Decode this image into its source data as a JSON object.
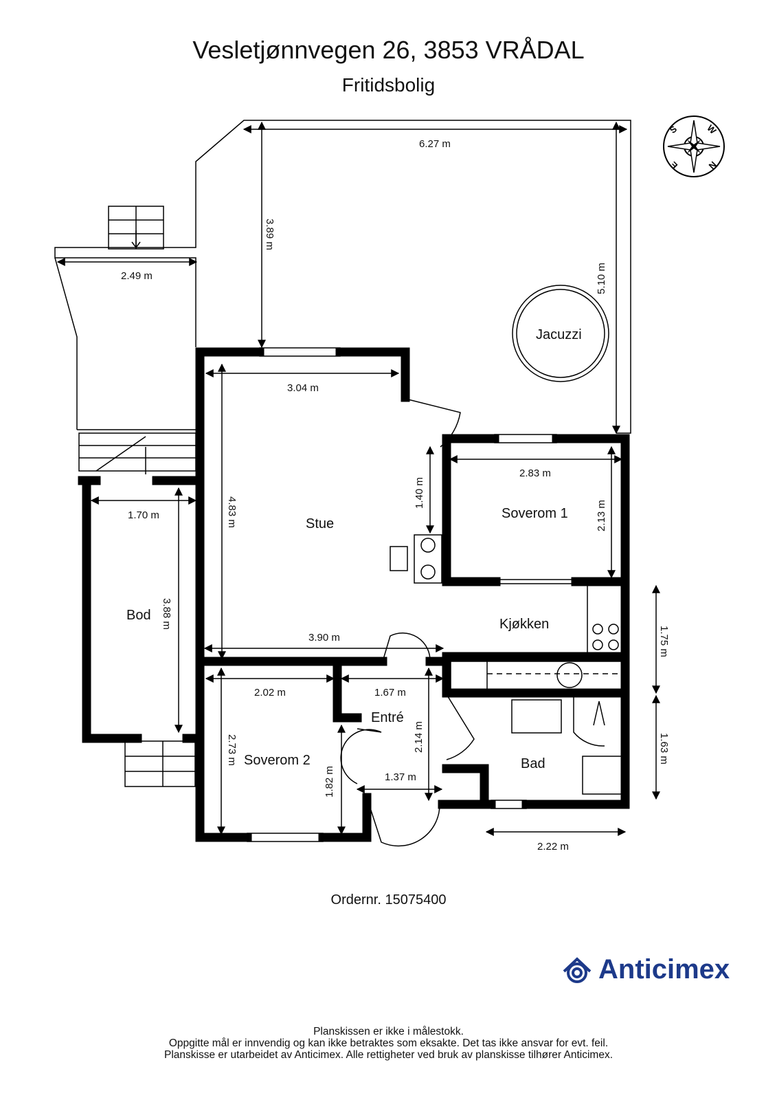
{
  "header": {
    "title": "Vesletjønnvegen 26, 3853 VRÅDAL",
    "subtitle": "Fritidsbolig"
  },
  "rooms": {
    "stue": "Stue",
    "soverom1": "Soverom 1",
    "soverom2": "Soverom 2",
    "kjokken": "Kjøkken",
    "bod": "Bod",
    "entre": "Entré",
    "bad": "Bad",
    "jacuzzi": "Jacuzzi"
  },
  "dimensions": {
    "terrace_width": "6.27 m",
    "terrace_depth": "3.89 m",
    "terrace_right": "5.10 m",
    "deck_left": "2.49 m",
    "stue_width": "3.04 m",
    "stue_depth": "4.83 m",
    "stue_bottom": "3.90 m",
    "stue_nook": "1.40 m",
    "soverom1_width": "2.83 m",
    "soverom1_depth": "2.13 m",
    "bod_width": "1.70 m",
    "bod_depth": "3.88 m",
    "kjokken_depth": "1.75 m",
    "soverom2_width": "2.02 m",
    "soverom2_depth": "2.73 m",
    "soverom2_nook": "1.82 m",
    "entre_width": "1.67 m",
    "entre_depth": "2.14 m",
    "entre_lower": "1.37 m",
    "bad_depth": "1.63 m",
    "bad_width": "2.22 m"
  },
  "compass": {
    "letters": [
      "S",
      "W",
      "E",
      "N"
    ]
  },
  "order": "Ordernr. 15075400",
  "logo": {
    "text": "Anticimex",
    "color": "#1d3a8a"
  },
  "footer": {
    "line1": "Planskissen er ikke i målestokk.",
    "line2": "Oppgitte mål er innvendig og kan ikke betraktes som eksakte. Det tas ikke ansvar for evt. feil.",
    "line3": "Planskisse er utarbeidet av Anticimex. Alle rettigheter ved bruk av planskisse tilhører Anticimex."
  }
}
